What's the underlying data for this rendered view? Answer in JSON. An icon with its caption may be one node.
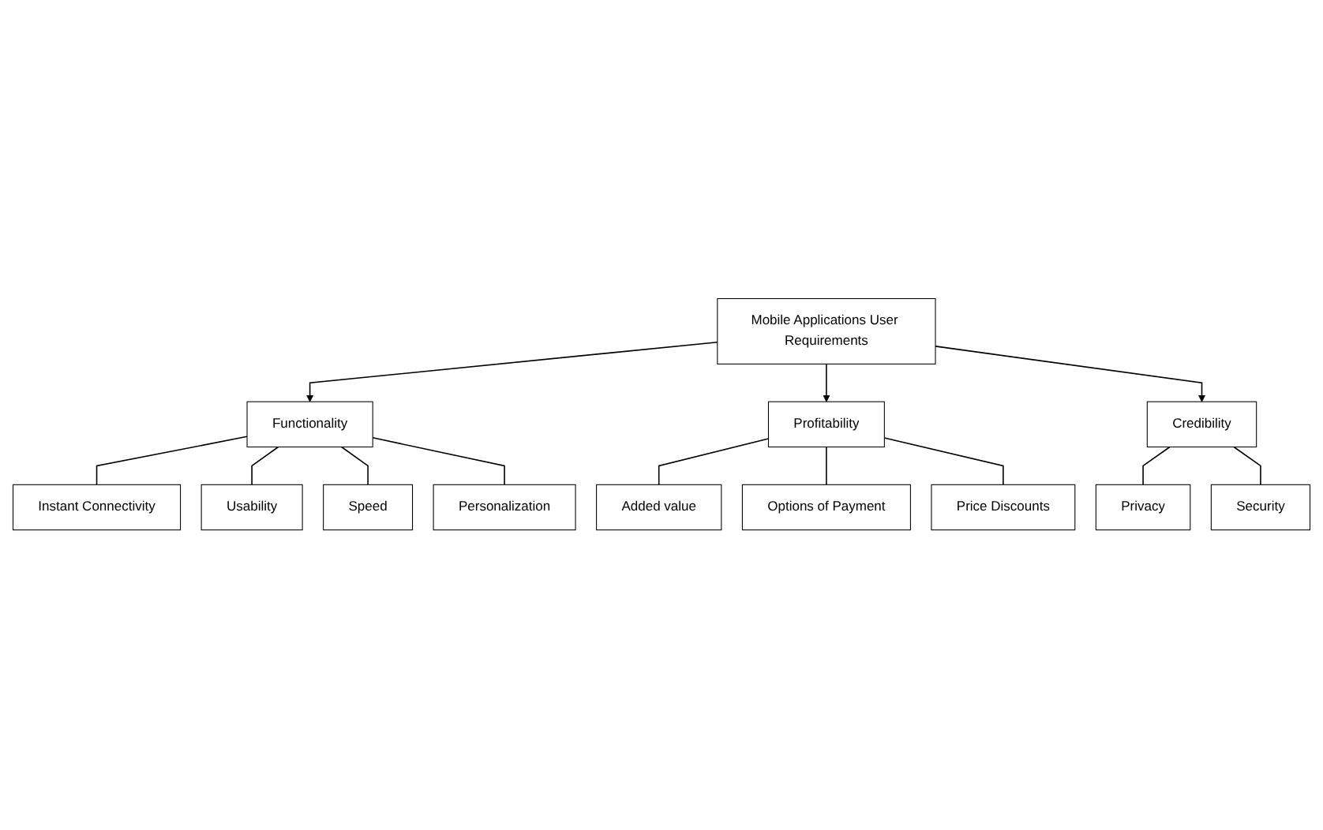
{
  "diagram": {
    "nodes": [
      {
        "text": [
          "Mobile Applications User Requirements"
        ]
      },
      {
        "text": [
          "Functionality"
        ]
      },
      {
        "text": [
          "Profitability"
        ]
      },
      {
        "text": [
          "Credibility"
        ]
      },
      {
        "text": [
          "Instant Connectivity"
        ]
      },
      {
        "text": [
          "Usability"
        ]
      },
      {
        "text": [
          "Speed"
        ]
      },
      {
        "text": [
          "Personalization"
        ]
      },
      {
        "text": [
          "Added value"
        ]
      },
      {
        "text": [
          "Options of Payment"
        ]
      },
      {
        "text": [
          "Price Discounts"
        ]
      },
      {
        "text": [
          "Privacy"
        ]
      },
      {
        "text": [
          "Security"
        ]
      }
    ],
    "edges": [
      {
        "from": 0,
        "to": 1,
        "arrow": "to"
      },
      {
        "from": 0,
        "to": 2,
        "arrow": "to"
      },
      {
        "from": 0,
        "to": 3,
        "arrow": "to"
      },
      {
        "from": 1,
        "to": 4,
        "arrow": "none"
      },
      {
        "from": 1,
        "to": 5,
        "arrow": "none"
      },
      {
        "from": 1,
        "to": 6,
        "arrow": "none"
      },
      {
        "from": 1,
        "to": 7,
        "arrow": "none"
      },
      {
        "from": 2,
        "to": 8,
        "arrow": "none"
      },
      {
        "from": 2,
        "to": 9,
        "arrow": "none"
      },
      {
        "from": 2,
        "to": 10,
        "arrow": "none"
      },
      {
        "from": 3,
        "to": 11,
        "arrow": "none"
      },
      {
        "from": 3,
        "to": 12,
        "arrow": "none"
      }
    ]
  }
}
